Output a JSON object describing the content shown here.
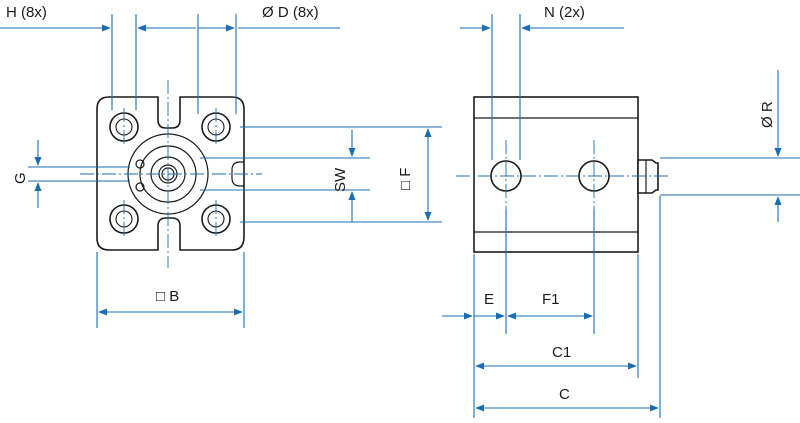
{
  "labels": {
    "h": "H (8x)",
    "d": "Ø D (8x)",
    "n": "N (2x)",
    "r": "Ø R",
    "g": "G",
    "sw": "SW",
    "f": "□ F",
    "b": "□ B",
    "e": "E",
    "f1": "F1",
    "c1": "C1",
    "c": "C"
  },
  "colors": {
    "dimension": "#1b6db3",
    "outline": "#1a1a1a"
  }
}
